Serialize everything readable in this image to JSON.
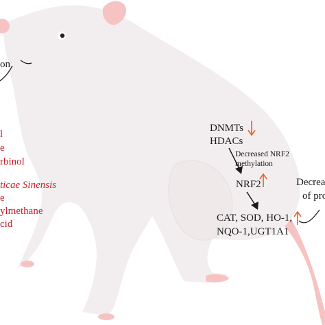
{
  "left_labels": {
    "line1": "on",
    "line2": "l",
    "line3": "e",
    "line4": "rbinol",
    "line5": "ticae Sinensis",
    "line6": "e",
    "line7": "ylmethane",
    "line8": "cid"
  },
  "pathway": {
    "dnmts": "DNMTs",
    "hdacs": "HDACs",
    "methylation_note_1": "Decreased NRF2",
    "methylation_note_2": "methylation",
    "nrf2": "NRF2",
    "genes_line1": "CAT, SOD, HO-1,",
    "genes_line2": "NQO-1,UGT1A1"
  },
  "right_labels": {
    "line1": "Decrea",
    "line2": "of pro"
  },
  "colors": {
    "rat_body": "#f2eeef",
    "rat_pink": "#f6c3c3",
    "arrow_orange": "#e0602a",
    "text_red": "#c8202a"
  },
  "icons": {
    "down_arrow": "down-arrow-icon",
    "up_arrow": "up-arrow-icon"
  }
}
